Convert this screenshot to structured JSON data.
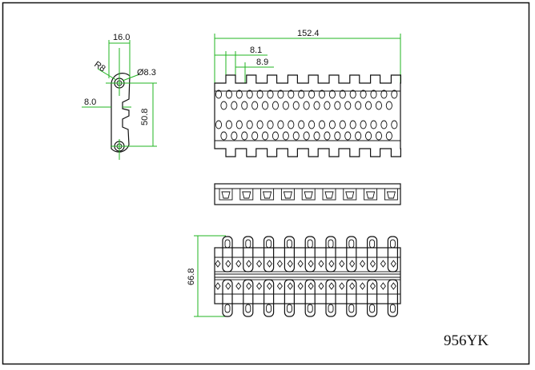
{
  "colors": {
    "dimension": "#22b522",
    "outline": "#111111",
    "frame": "#111111"
  },
  "side_view": {
    "radius": "R8",
    "pitch_width": "16.0",
    "hole_diameter": "Ø8.3",
    "offset": "8.0",
    "height": "50.8"
  },
  "top_view": {
    "overall_width": "152.4",
    "dim_a": "8.1",
    "dim_b": "8.9"
  },
  "bottom_view": {
    "height": "66.8"
  },
  "model": "956YK"
}
